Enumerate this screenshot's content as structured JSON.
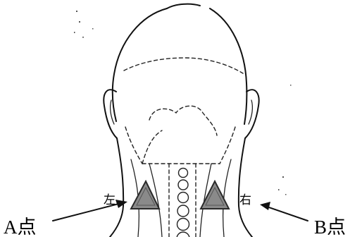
{
  "labels": {
    "point_a": "A点",
    "point_b": "B点",
    "left_side": "左",
    "right_side": "右"
  },
  "markers": {
    "fill_color": "#8a8a8a",
    "stroke_color": "#2a2a2a"
  }
}
